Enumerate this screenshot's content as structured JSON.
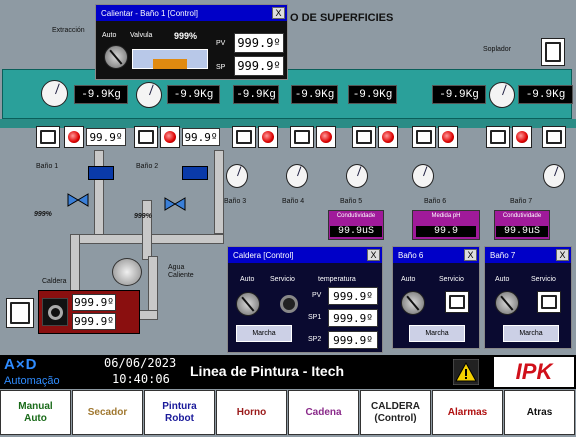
{
  "header": {
    "title_fragment": "O DE SUPERFICIES",
    "extraccion": "Extracción",
    "soplador": "Soplador"
  },
  "weights": [
    "-9.9Kg",
    "-9.9Kg",
    "-9.9Kg",
    "-9.9Kg",
    "-9.9Kg",
    "-9.9Kg",
    "-9.9Kg"
  ],
  "temps": [
    "99.9º",
    "99.9º"
  ],
  "banos": [
    "Baño 1",
    "Baño 2",
    "Baño 3",
    "Baño 4",
    "Baño 5",
    "Baño 6",
    "Baño 7"
  ],
  "valves": {
    "v1": "999%",
    "v2": "999%"
  },
  "conductivity": [
    {
      "label": "Condutividade",
      "value": "99.9uS"
    },
    {
      "label": "Medida pH",
      "value": "99.9"
    },
    {
      "label": "Condutividade",
      "value": "99.9uS"
    }
  ],
  "caldera": {
    "label": "Caldera",
    "pv": "999.9º",
    "sp": "999.9º"
  },
  "agua": "Agua\nCaliente",
  "calentar": {
    "title": "Calientar - Baño 1 [Control]",
    "close": "X",
    "auto": "Auto",
    "valvula": "Valvula",
    "pct": "999%",
    "pv_label": "PV",
    "pv": "999.9º",
    "sp_label": "SP",
    "sp": "999.9º",
    "valve_fill": 0.45
  },
  "caldera_ctrl": {
    "title": "Caldera [Control]",
    "close": "X",
    "auto": "Auto",
    "servicio": "Servicio",
    "temperatura": "temperatura",
    "pv_label": "PV",
    "pv": "999.9º",
    "sp1_label": "SP1",
    "sp1": "999.9º",
    "sp2_label": "SP2",
    "sp2": "999.9º",
    "marcha": "Marcha"
  },
  "bano6": {
    "title": "Baño 6",
    "close": "X",
    "auto": "Auto",
    "servicio": "Servicio",
    "marcha": "Marcha"
  },
  "bano7": {
    "title": "Baño 7",
    "close": "X",
    "auto": "Auto",
    "servicio": "Servicio",
    "marcha": "Marcha"
  },
  "footer": {
    "brand_logo": "A×D",
    "brand_name": "Automação",
    "date": "06/06/2023",
    "time": "10:40:06",
    "title": "Linea de Pintura - Itech",
    "ipk": "IPK",
    "warning": "warning-icon"
  },
  "buttons": [
    {
      "label": "Manual\nAuto",
      "color": "#1a6b1a"
    },
    {
      "label": "Secador",
      "color": "#a07830"
    },
    {
      "label": "Pintura\nRobot",
      "color": "#1a1a9a"
    },
    {
      "label": "Horno",
      "color": "#9a1a1a"
    },
    {
      "label": "Cadena",
      "color": "#8a2a8a"
    },
    {
      "label": "CALDERA\n(Control)",
      "color": "#222222"
    },
    {
      "label": "Alarmas",
      "color": "#b01010"
    },
    {
      "label": "Atras",
      "color": "#111111"
    }
  ]
}
